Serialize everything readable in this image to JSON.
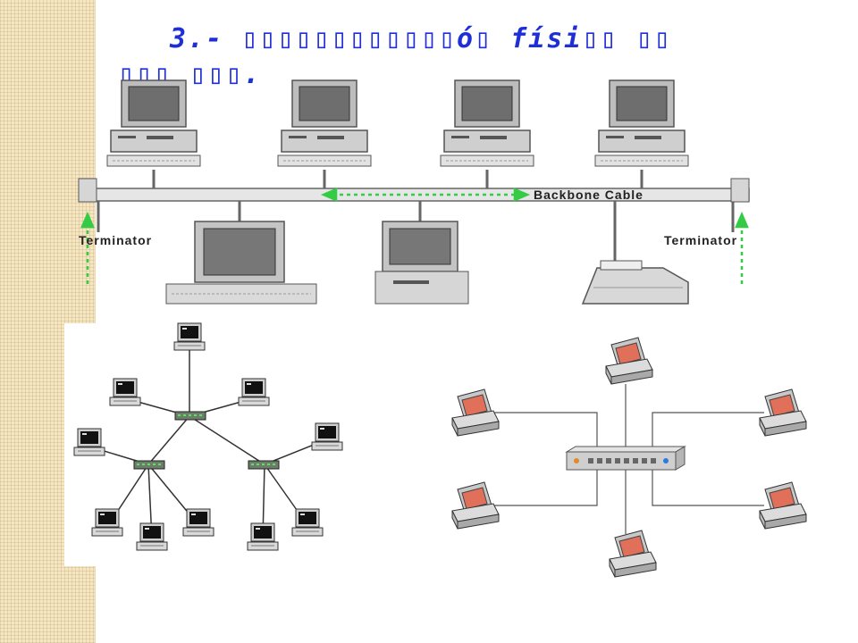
{
  "slide": {
    "title_line1": "3.- ▯▯▯▯▯▯▯▯▯▯▯▯ó▯ físi▯▯ ▯▯",
    "title_line2": "▯▯▯ ▯▯▯."
  },
  "bus_diagram": {
    "backbone_label": "Backbone Cable",
    "terminator_left": "Terminator",
    "terminator_right": "Terminator"
  },
  "colors": {
    "title": "#1e2fd6",
    "arrow": "#33cc44",
    "screen_red": "#e0705a"
  }
}
